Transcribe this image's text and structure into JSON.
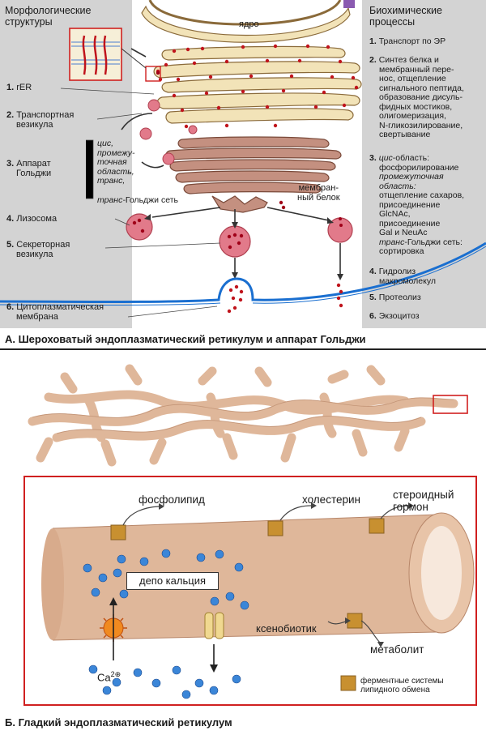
{
  "panelA": {
    "left_header": [
      "Морфологические",
      "структуры"
    ],
    "right_header": [
      "Биохимические",
      "процессы"
    ],
    "nucleus_label": "ядро",
    "left_labels": {
      "rer": {
        "num": "1.",
        "text": "rER"
      },
      "vesicle": {
        "num": "2.",
        "lines": [
          "Транспортная",
          "везикула"
        ]
      },
      "golgi": {
        "num": "3.",
        "lines": [
          "Аппарат",
          "Гольджи"
        ]
      },
      "lysosome": {
        "num": "4.",
        "text": "Лизосома"
      },
      "secretory": {
        "num": "5.",
        "lines": [
          "Секреторная",
          "везикула"
        ]
      },
      "membrane": {
        "num": "6.",
        "lines": [
          "Цитоплазматическая",
          "мембрана"
        ]
      }
    },
    "golgi_regions": {
      "cis": "цис,",
      "intermediate": [
        "промежу-",
        "точная",
        "область,"
      ],
      "trans": "транс,",
      "trans_network_italic": "транс-",
      "trans_network_rest": "Гольджи сеть"
    },
    "membrane_protein": [
      "мембран-",
      "ный белок"
    ],
    "right_list": {
      "p1": {
        "num": "1.",
        "lines": [
          "Транспорт по ЭР"
        ]
      },
      "p2": {
        "num": "2.",
        "lines": [
          "Синтез белка и",
          "мембранный перe-",
          "нос, отщепление",
          "сигнального пептида,",
          "образование дисуль-",
          "фидных мостиков,",
          "олигомеризация,",
          "N-гликозилирование,",
          "свертывание"
        ]
      },
      "p3": {
        "num": "3.",
        "italic1": "цис",
        "rest1": "-область:",
        "line2": "фосфорилирование",
        "italic3": "промежуточная",
        "italic4": "область:",
        "lines5": [
          "отщепление сахаров,",
          "присоединение",
          "GlcNAc,",
          "присоединение",
          "Gal и NeuAc"
        ],
        "italic_trans": "транс",
        "trans_rest": "-Гольджи сеть:",
        "last": "сортировка"
      },
      "p4": {
        "num": "4.",
        "lines": [
          "Гидролиз",
          "макромолекул"
        ]
      },
      "p5": {
        "num": "5.",
        "lines": [
          "Протеолиз"
        ]
      },
      "p6": {
        "num": "6.",
        "lines": [
          "Экзоцитоз"
        ]
      }
    },
    "caption": "А. Шероховатый эндоплазматический ретикулум и аппарат Гольджи"
  },
  "panelB": {
    "labels": {
      "phospholipid": "фосфолипид",
      "cholesterol": "холестерин",
      "steroid": [
        "стероидный",
        "гормон"
      ],
      "calcium_depot": "депо кальция",
      "xenobiotic": "ксенобиотик",
      "metabolite": "метаболит",
      "ca_base": "Ca",
      "ca_sup": "2⊕"
    },
    "legend": [
      "ферментные системы",
      "липидного обмена"
    ],
    "caption": "Б. Гладкий эндоплазматический ретикулум"
  },
  "colors": {
    "panel_grey": "#d3d3d3",
    "cisterna": "#f2e3b8",
    "cisterna_edge": "#8a6a3a",
    "golgi": "#c49080",
    "ribosome": "#c0141c",
    "membrane_blue": "#1a6fd0",
    "vesicle": "#e27a8a",
    "tube": "#dfb79a",
    "frame_red": "#d02020",
    "ion_blue": "#3b86d8",
    "enzyme_box": "#c89030"
  }
}
